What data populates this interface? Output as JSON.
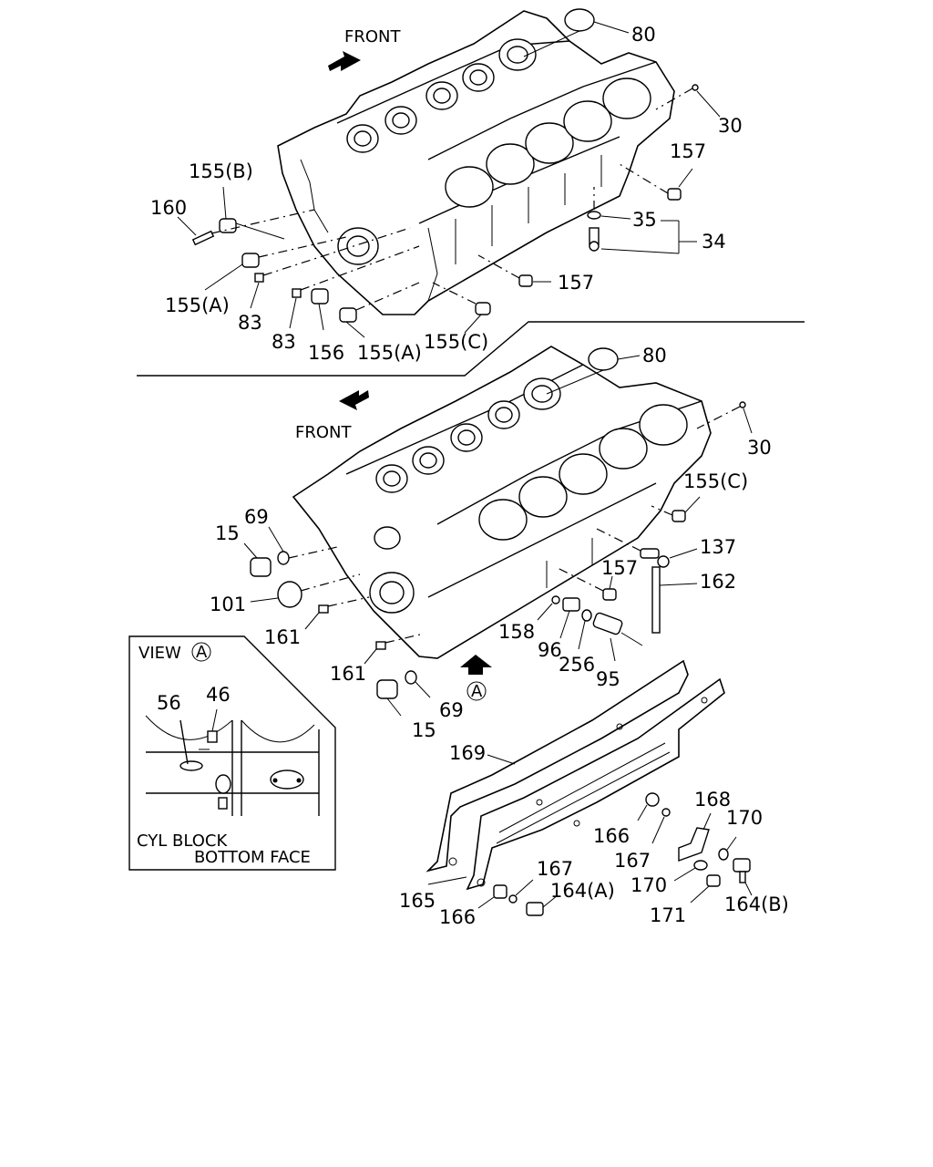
{
  "upper": {
    "front": "FRONT",
    "labels": {
      "p80": "80",
      "p30": "30",
      "p157a": "157",
      "p35": "35",
      "p34": "34",
      "p157b": "157",
      "p155b": "155(B)",
      "p160": "160",
      "p155a1": "155(A)",
      "p83a": "83",
      "p83b": "83",
      "p156": "156",
      "p155a2": "155(A)",
      "p155c": "155(C)"
    }
  },
  "lower": {
    "front": "FRONT",
    "labels": {
      "p80": "80",
      "p30": "30",
      "p155c": "155(C)",
      "p137": "137",
      "p162": "162",
      "p157": "157",
      "p69a": "69",
      "p15a": "15",
      "p101": "101",
      "p161a": "161",
      "p158": "158",
      "p96": "96",
      "p256": "256",
      "p95": "95",
      "p161b": "161",
      "p69b": "69",
      "p15b": "15",
      "viewA": "A"
    }
  },
  "inset": {
    "title": "VIEW",
    "title_circle": "A",
    "p56": "56",
    "p46": "46",
    "caption_line1": "CYL BLOCK",
    "caption_line2": "BOTTOM FACE"
  },
  "baffle": {
    "labels": {
      "p169": "169",
      "p168": "168",
      "p170a": "170",
      "p166a": "166",
      "p167a": "167",
      "p170b": "170",
      "p167b": "167",
      "p164a": "164(A)",
      "p165": "165",
      "p166b": "166",
      "p171": "171",
      "p164b": "164(B)"
    }
  }
}
